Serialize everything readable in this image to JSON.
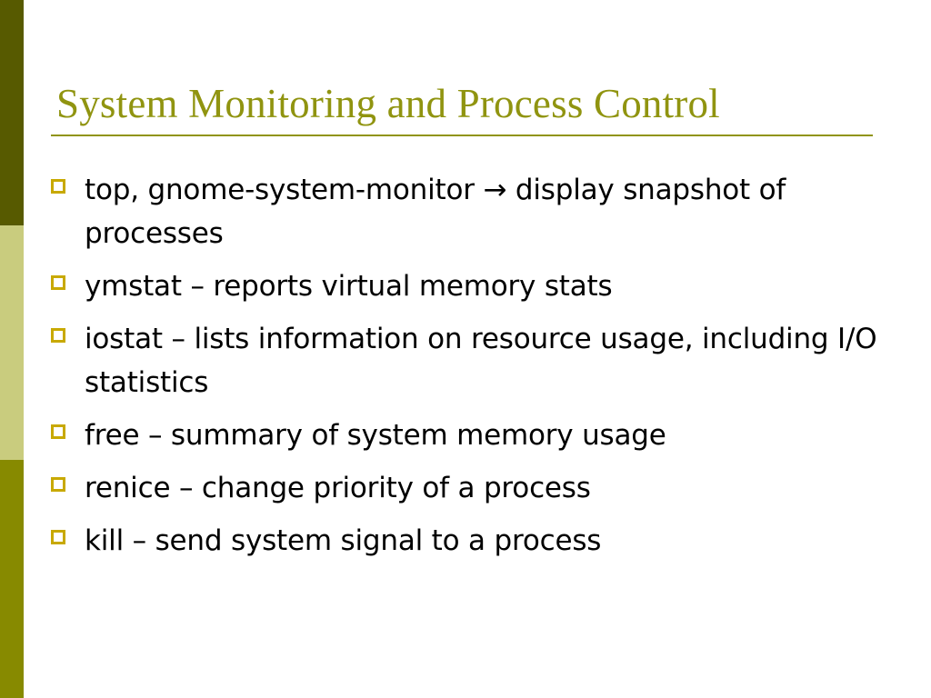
{
  "slide": {
    "title": "System Monitoring and Process Control",
    "accent_color": "#909410",
    "bullet_marker_color": "#c8a900",
    "sidebar_colors": [
      "#575a00",
      "#c9cc7e",
      "#878a00"
    ],
    "bullets": [
      "top, gnome-system-monitor → display snapshot of processes",
      "ymstat – reports virtual memory stats",
      "iostat – lists information on resource usage, including I/O statistics",
      "free – summary of system memory usage",
      "renice – change priority of a process",
      "kill – send system signal to a process"
    ]
  }
}
